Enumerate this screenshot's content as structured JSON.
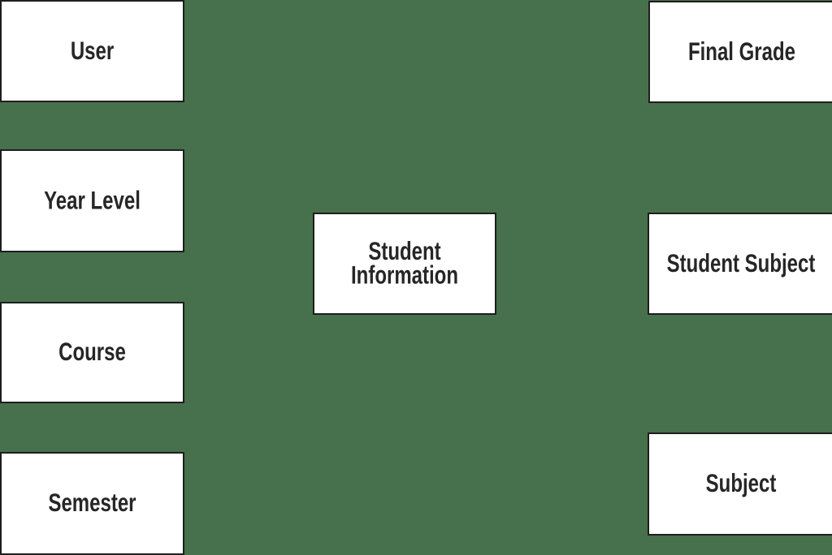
{
  "colors": {
    "background": "#47704D",
    "node_fill": "#FFFFFF",
    "node_border": "#1E1E1E",
    "node_text": "#262626"
  },
  "nodes": {
    "user": {
      "label": "User"
    },
    "year_level": {
      "label": "Year Level"
    },
    "course": {
      "label": "Course"
    },
    "semester": {
      "label": "Semester"
    },
    "student_information": {
      "label": "Student Information"
    },
    "final_grade": {
      "label": "Final Grade"
    },
    "student_subject": {
      "label": "Student Subject"
    },
    "subject": {
      "label": "Subject"
    }
  }
}
